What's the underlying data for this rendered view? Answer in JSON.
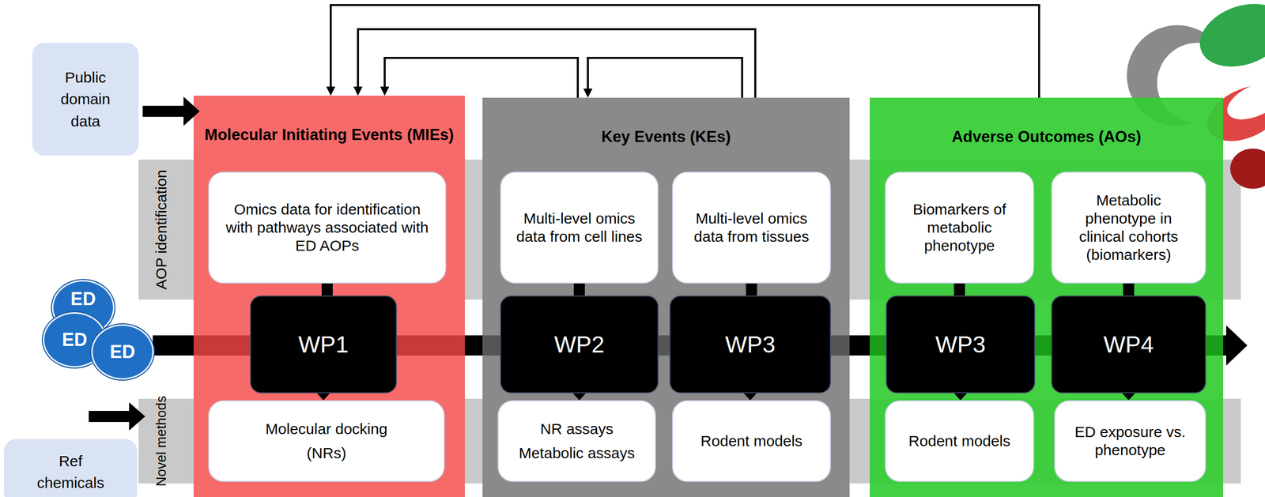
{
  "diagram": {
    "nodes": [
      {
        "text": [
          "Public domain data"
        ]
      },
      {
        "text": [
          "ED"
        ]
      },
      {
        "text": [
          "ED"
        ]
      },
      {
        "text": [
          "ED"
        ]
      },
      {
        "text": [
          "Ref chemicals"
        ]
      },
      {
        "text": [
          "Molecular Initiating Events (MIEs)"
        ]
      },
      {
        "text": [
          "Omics data for identification with pathways associated with ED AOPs"
        ],
        "in": 5
      },
      {
        "text": [
          "WP1"
        ],
        "in": 5
      },
      {
        "text": [
          "Molecular docking (NRs)"
        ],
        "in": 5
      },
      {
        "text": [
          "Key Events (KEs)"
        ]
      },
      {
        "text": [
          "Multi-level omics data from cell lines"
        ],
        "in": 9
      },
      {
        "text": [
          "Multi-level omics data from tissues"
        ],
        "in": 9
      },
      {
        "text": [
          "WP2"
        ],
        "in": 9
      },
      {
        "text": [
          "WP3"
        ],
        "in": 9
      },
      {
        "text": [
          "NR assays",
          "Metabolic assays"
        ],
        "in": 9
      },
      {
        "text": [
          "Rodent models"
        ],
        "in": 9
      },
      {
        "text": [
          "Adverse Outcomes (AOs)"
        ]
      },
      {
        "text": [
          "Biomarkers of metabolic phenotype"
        ],
        "in": 16
      },
      {
        "text": [
          "Metabolic phenotype in clinical cohorts (biomarkers)"
        ],
        "in": 16
      },
      {
        "text": [
          "WP3"
        ],
        "in": 16
      },
      {
        "text": [
          "WP4"
        ],
        "in": 16
      },
      {
        "text": [
          "Rodent models"
        ],
        "in": 16
      },
      {
        "text": [
          "ED exposure vs. phenotype"
        ],
        "in": 16
      }
    ],
    "edges": [
      {
        "from": 0,
        "to": 5,
        "arrow": "to"
      },
      {
        "from": 16,
        "to": 5,
        "arrow": "to"
      },
      {
        "from": 9,
        "to": 5,
        "arrow": "to"
      },
      {
        "from": 9,
        "to": 5,
        "arrow": "to"
      },
      {
        "from": 9,
        "to": 9,
        "arrow": "to"
      },
      {
        "from": 3,
        "to": 7,
        "arrow": "none"
      },
      {
        "from": 7,
        "to": 12,
        "arrow": "none"
      },
      {
        "from": 12,
        "to": 13,
        "arrow": "none"
      },
      {
        "from": 13,
        "to": 19,
        "arrow": "none"
      },
      {
        "from": 19,
        "to": 20,
        "arrow": "none"
      },
      {
        "from": 6,
        "to": 7,
        "arrow": "none"
      },
      {
        "from": 7,
        "to": 8,
        "arrow": "to"
      },
      {
        "from": 10,
        "to": 12,
        "arrow": "none"
      },
      {
        "from": 12,
        "to": 14,
        "arrow": "to"
      },
      {
        "from": 11,
        "to": 13,
        "arrow": "none"
      },
      {
        "from": 13,
        "to": 15,
        "arrow": "to"
      },
      {
        "from": 17,
        "to": 19,
        "arrow": "none"
      },
      {
        "from": 19,
        "to": 21,
        "arrow": "to"
      },
      {
        "from": 18,
        "to": 20,
        "arrow": "none"
      },
      {
        "from": 20,
        "to": 22,
        "arrow": "to"
      }
    ],
    "labels": [
      "AOP identification",
      "Novel methods"
    ]
  }
}
